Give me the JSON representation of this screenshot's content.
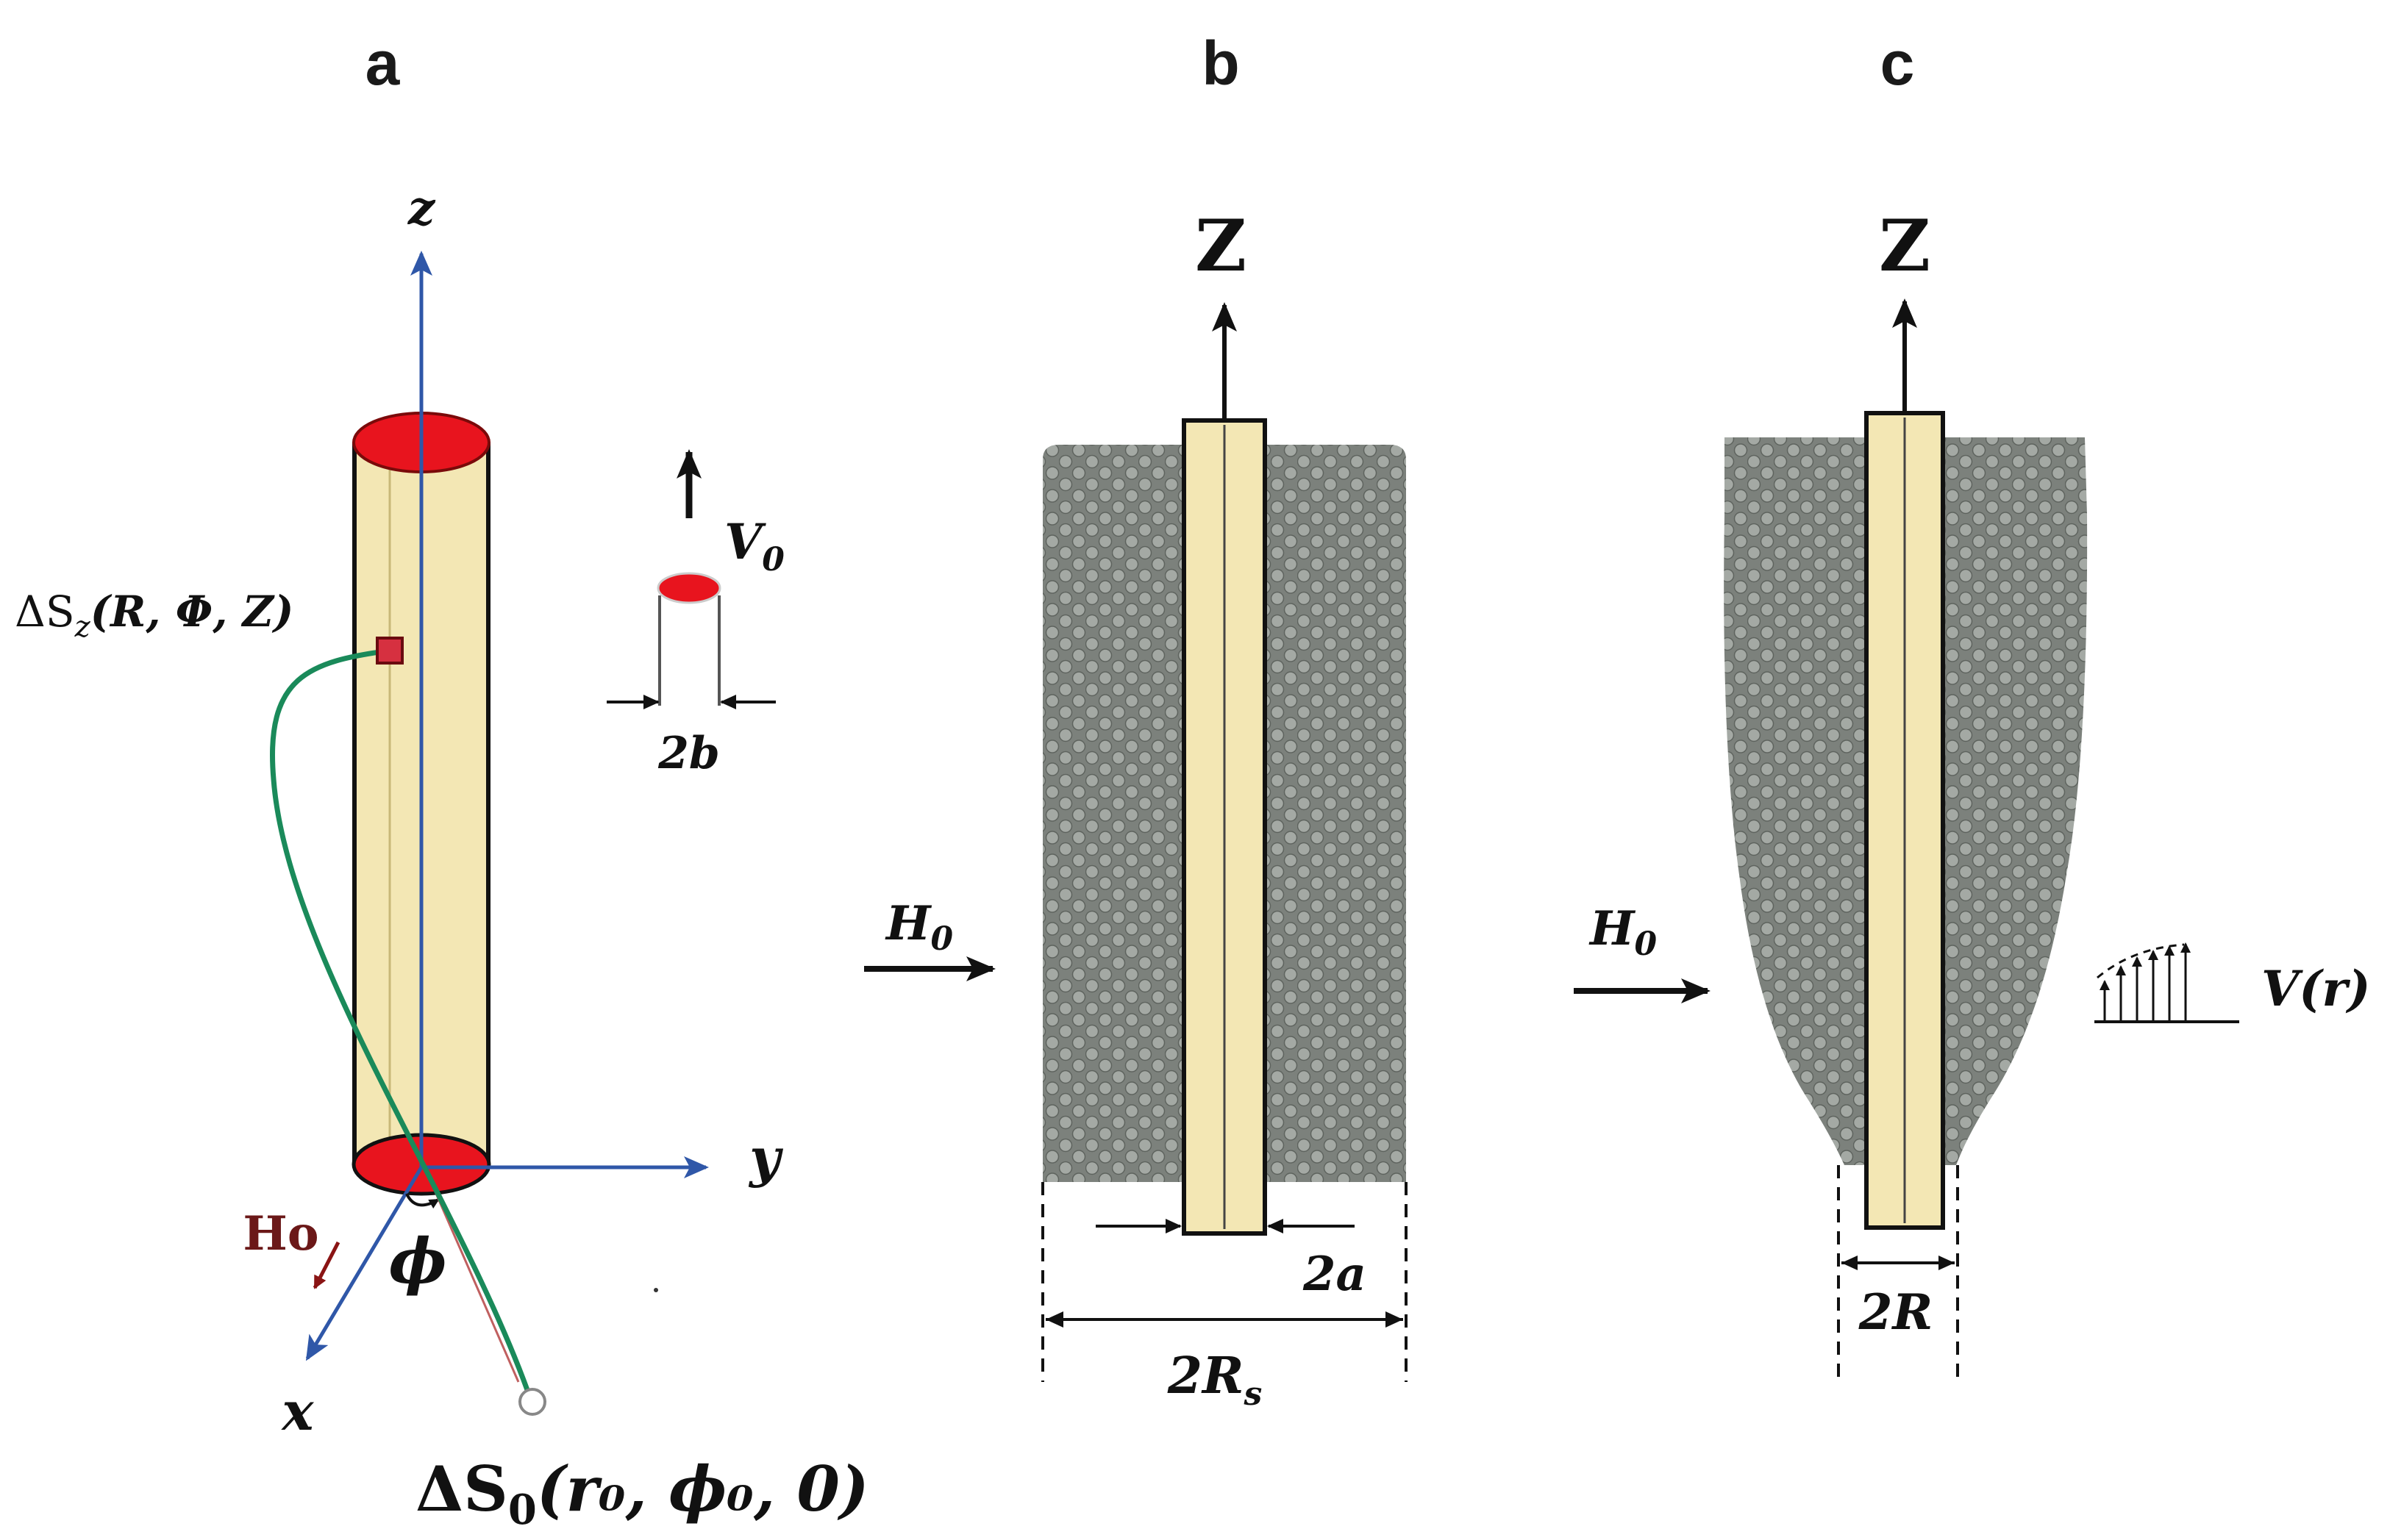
{
  "panels": {
    "a": {
      "letter": "a",
      "axis_z": "z",
      "axis_y": "y",
      "axis_x": "x",
      "angle": "ϕ",
      "field": "Ho",
      "surface_element": "ΔS",
      "surface_element_sub": "z",
      "surface_element_args": "(R, Φ, Z)",
      "origin_element": "ΔS",
      "origin_element_sub": "0",
      "origin_element_args": "(r₀, ϕ₀, 0)",
      "velocity": "V",
      "velocity_sub": "0",
      "width_label": "2b"
    },
    "b": {
      "letter": "b",
      "axis_z": "Z",
      "field": "H",
      "field_sub": "0",
      "inner_width": "2a",
      "outer_width": "2R",
      "outer_width_sub": "s"
    },
    "c": {
      "letter": "c",
      "axis_z": "Z",
      "field": "H",
      "field_sub": "0",
      "width": "2R",
      "velocity_profile": "V(r)"
    }
  },
  "colors": {
    "cylinder_fill": "#f3e7b4",
    "cap_red": "#e8141e",
    "axis_blue": "#2f57a8",
    "trajectory_green": "#1a8a5a",
    "particle_gray": "#8a8f8a",
    "ink": "#111111"
  }
}
